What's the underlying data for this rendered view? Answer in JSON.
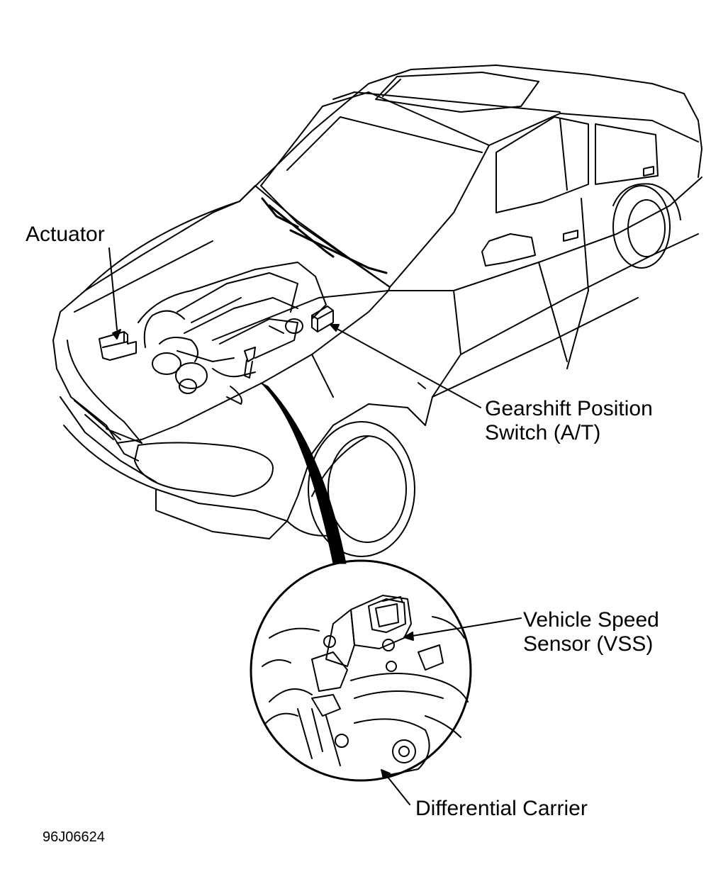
{
  "labels": {
    "actuator": "Actuator",
    "gearshift_line1": "Gearshift Position",
    "gearshift_line2": "Switch (A/T)",
    "vss_line1": "Vehicle Speed",
    "vss_line2": "Sensor (VSS)",
    "differential": "Differential Carrier"
  },
  "figure_code": "96J06624",
  "colors": {
    "ink": "#000000",
    "paper": "#ffffff"
  }
}
